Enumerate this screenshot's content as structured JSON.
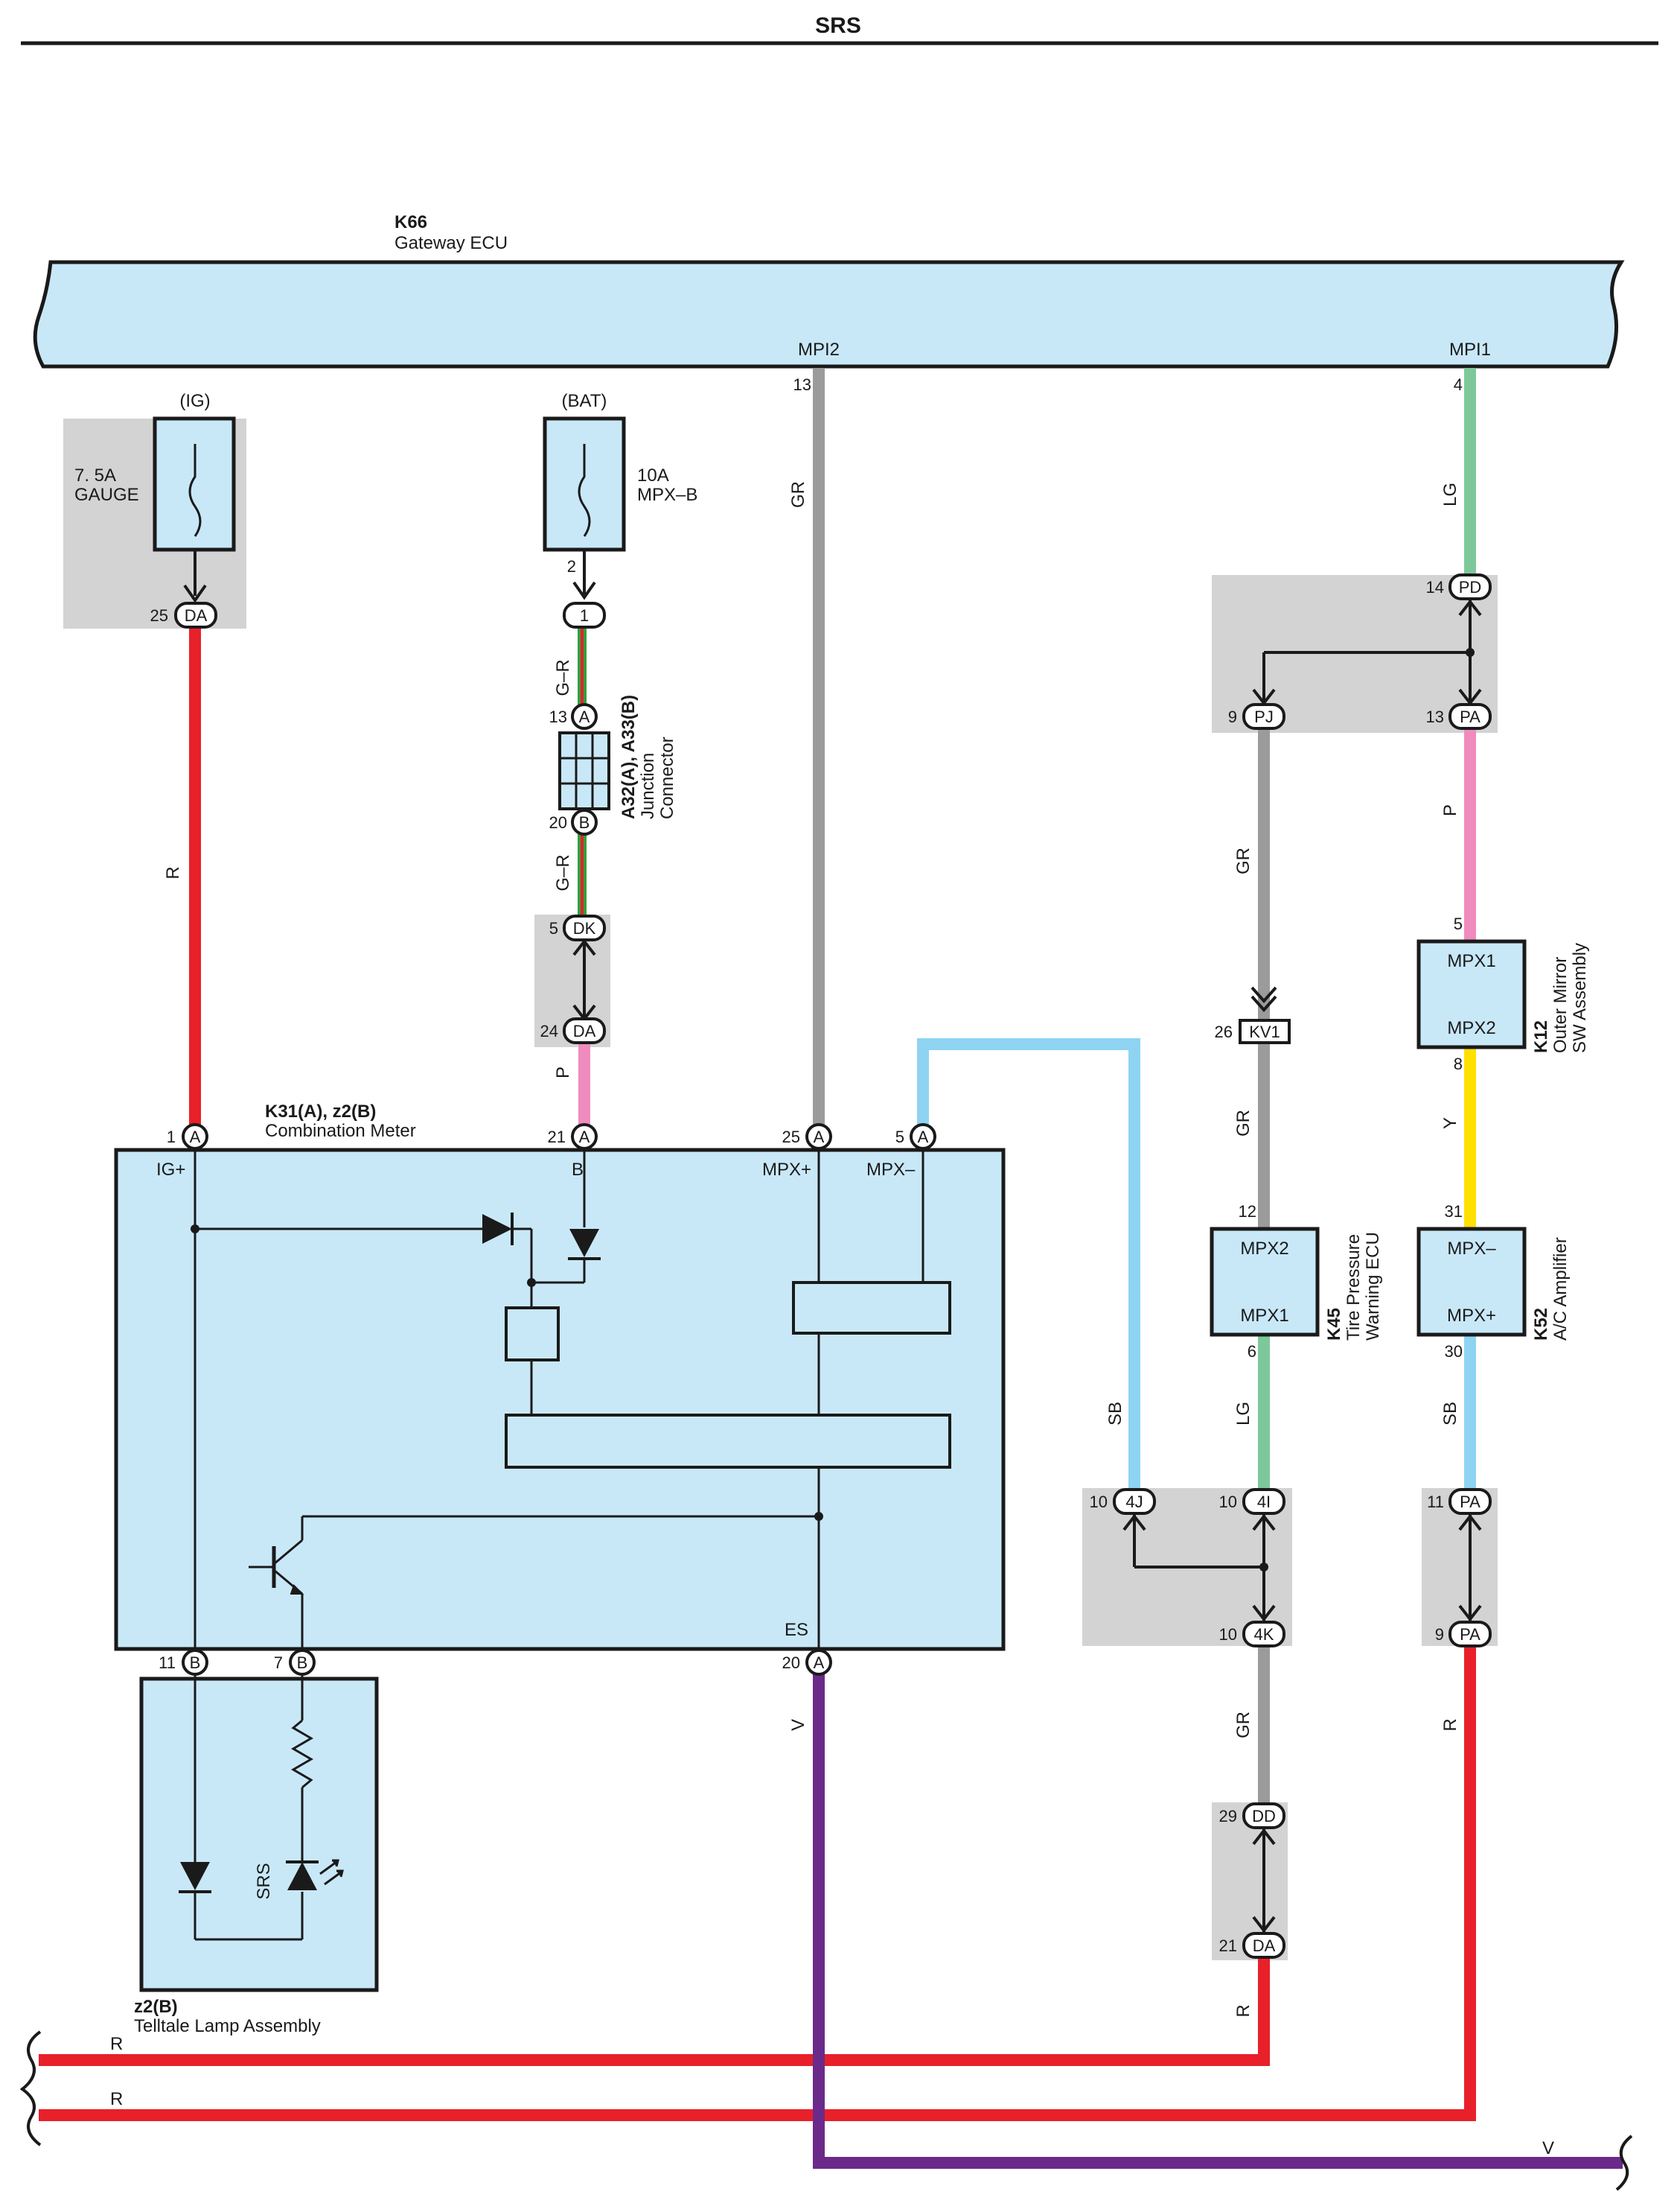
{
  "title": "SRS",
  "gateway": {
    "code": "K66",
    "name": "Gateway ECU",
    "pin_mpi2": "MPI2",
    "pin_mpi1": "MPI1"
  },
  "fuse_ig": {
    "source": "(IG)",
    "rating": "7. 5A",
    "name": "GAUGE",
    "pin_no": "25",
    "pin_code": "DA"
  },
  "fuse_bat": {
    "source": "(BAT)",
    "rating": "10A",
    "name": "MPX–B",
    "pin_no": "2",
    "conn": "1"
  },
  "junction": {
    "code": "A32(A), A33(B)",
    "name1": "Junction",
    "name2": "Connector",
    "pin_top_no": "13",
    "pin_top": "A",
    "pin_bot_no": "20",
    "pin_bot": "B"
  },
  "conn_dk": {
    "top_no": "5",
    "top": "DK",
    "bot_no": "24",
    "bot": "DA"
  },
  "meter": {
    "code": "K31(A), z2(B)",
    "name": "Combination Meter",
    "pin1_no": "1",
    "pin1": "A",
    "label_ig": "IG+",
    "pin21_no": "21",
    "pin21": "A",
    "label_b": "B",
    "pin25_no": "25",
    "pin25": "A",
    "label_mpxp": "MPX+",
    "pin5_no": "5",
    "pin5": "A",
    "label_mpxm": "MPX–",
    "label_es": "ES",
    "pin20_no": "20",
    "pin20": "A",
    "pin11_no": "11",
    "pin11": "B",
    "pin7_no": "7",
    "pin7": "B"
  },
  "telltale": {
    "code": "z2(B)",
    "name": "Telltale Lamp Assembly",
    "lamp": "SRS"
  },
  "wires": {
    "r": "R",
    "gr": "GR",
    "lg": "LG",
    "p": "P",
    "y": "Y",
    "sb": "SB",
    "v": "V",
    "gr2": "G–R"
  },
  "gw_pins": {
    "mpi2_no": "13",
    "mpi1_no": "4"
  },
  "conn_pd": {
    "top_no": "14",
    "top": "PD",
    "left_no": "9",
    "left": "PJ",
    "right_no": "13",
    "right": "PA"
  },
  "kv1": {
    "no": "26",
    "code": "KV1"
  },
  "k45": {
    "code": "K45",
    "name1": "Tire Pressure",
    "name2": "Warning ECU",
    "top_no": "12",
    "top": "MPX2",
    "bot": "MPX1",
    "bot_no": "6"
  },
  "k12": {
    "code": "K12",
    "name1": "Outer Mirror",
    "name2": "SW Assembly",
    "top_no": "5",
    "top": "MPX1",
    "bot": "MPX2",
    "bot_no": "8"
  },
  "k52": {
    "code": "K52",
    "name1": "A/C Amplifier",
    "top_no": "31",
    "top": "MPX–",
    "bot": "MPX+",
    "bot_no": "30"
  },
  "conn_4j": {
    "l_no": "10",
    "l": "4J",
    "r_no": "10",
    "r": "4I",
    "b_no": "10",
    "b": "4K"
  },
  "conn_pa": {
    "t_no": "11",
    "t": "PA",
    "b_no": "9",
    "b": "PA"
  },
  "conn_dd": {
    "t_no": "29",
    "t": "DD",
    "b_no": "21",
    "b": "DA"
  },
  "colors": {
    "red": "#e8202a",
    "gray": "#9b9b9b",
    "green": "#7dc89a",
    "pink": "#ef8cbd",
    "yellow": "#ffe000",
    "blue": "#8ed4f2",
    "purple": "#6b2a8a"
  }
}
